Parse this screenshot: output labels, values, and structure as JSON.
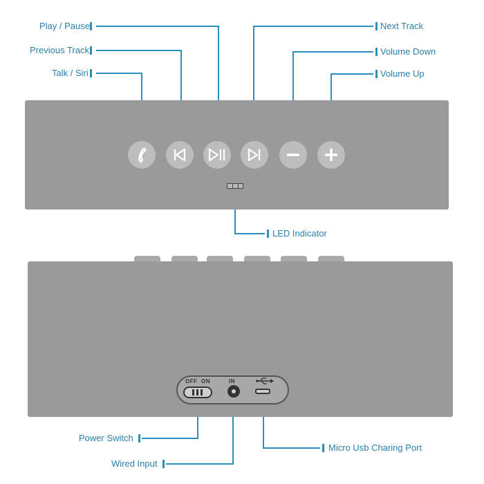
{
  "callouts": {
    "play_pause": "Play / Pause",
    "previous_track": "Previous Track",
    "talk_siri": "Talk / Siri",
    "next_track": "Next Track",
    "volume_down": "Volume Down",
    "volume_up": "Volume Up",
    "led_indicator": "LED Indicator",
    "power_switch": "Power Switch",
    "wired_input": "Wired Input",
    "micro_usb": "Micro Usb Charing Port"
  },
  "port_panel": {
    "off": "OFF",
    "on": "ON",
    "in": "IN"
  },
  "colors": {
    "callout": "#2a7fa8",
    "device_body": "#9a9a9a",
    "button": "#bdbdbd"
  },
  "buttons": [
    {
      "icon": "phone-icon"
    },
    {
      "icon": "previous-track-icon"
    },
    {
      "icon": "play-pause-icon"
    },
    {
      "icon": "next-track-icon"
    },
    {
      "icon": "minus-icon"
    },
    {
      "icon": "plus-icon"
    }
  ]
}
